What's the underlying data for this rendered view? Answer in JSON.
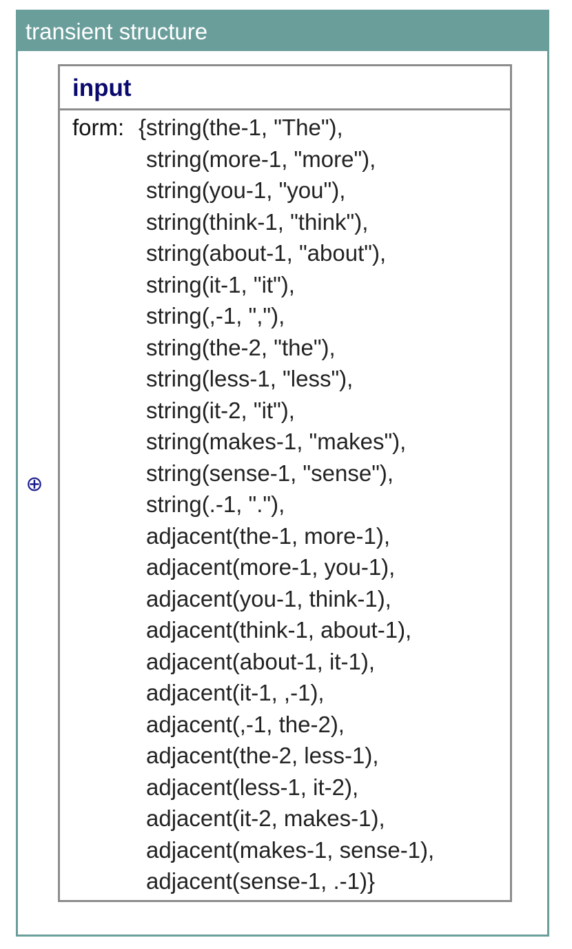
{
  "panel": {
    "title": "transient structure"
  },
  "unit": {
    "name": "input",
    "feature_label": "form:",
    "lines": [
      "{string(the-1, \"The\"),",
      "string(more-1, \"more\"),",
      "string(you-1, \"you\"),",
      "string(think-1, \"think\"),",
      "string(about-1, \"about\"),",
      "string(it-1, \"it\"),",
      "string(,-1, \",\"),",
      "string(the-2, \"the\"),",
      "string(less-1, \"less\"),",
      "string(it-2, \"it\"),",
      "string(makes-1, \"makes\"),",
      "string(sense-1, \"sense\"),",
      "string(.-1, \".\"),",
      "adjacent(the-1, more-1),",
      "adjacent(more-1, you-1),",
      "adjacent(you-1, think-1),",
      "adjacent(think-1, about-1),",
      "adjacent(about-1, it-1),",
      "adjacent(it-1, ,-1),",
      "adjacent(,-1, the-2),",
      "adjacent(the-2, less-1),",
      "adjacent(less-1, it-2),",
      "adjacent(it-2, makes-1),",
      "adjacent(makes-1, sense-1),",
      "adjacent(sense-1, .-1)}"
    ]
  },
  "icons": {
    "expand": "⊕"
  },
  "colors": {
    "panel_header": "#6a9e9b",
    "unit_title": "#0a0a6e",
    "unit_border": "#8c8c8c",
    "expand_icon": "#1a1a8c"
  }
}
